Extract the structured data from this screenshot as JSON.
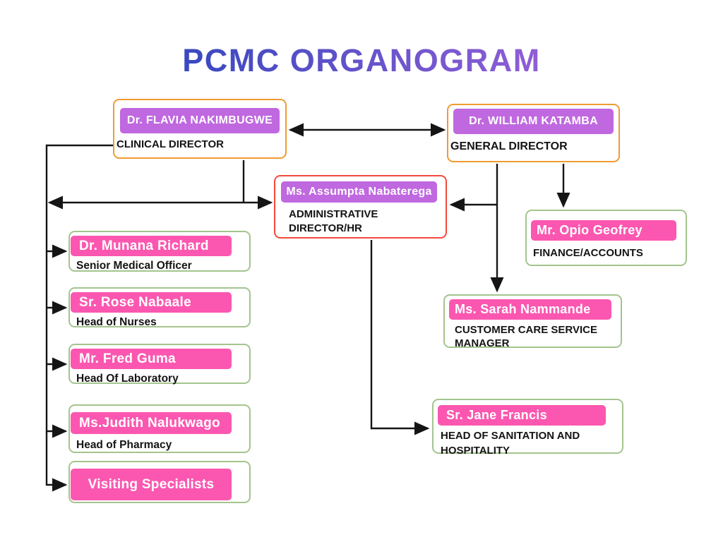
{
  "title": "PCMC ORGANOGRAM",
  "colors": {
    "title_gradient_start": "#1f40b5",
    "title_gradient_end": "#bc69e4",
    "purple_tag": "#bf68df",
    "pink_tag": "#fb57b0",
    "orange_border": "#f09b30",
    "red_border": "#f5493d",
    "green_border": "#a4c48e",
    "connector": "#151515"
  },
  "nodes": {
    "clinical": {
      "name": "Dr. FLAVIA NAKIMBUGWE",
      "role": "CLINICAL DIRECTOR"
    },
    "general": {
      "name": "Dr. WILLIAM KATAMBA",
      "role": "GENERAL DIRECTOR"
    },
    "admin": {
      "name": "Ms. Assumpta Nabaterega",
      "role": "ADMINISTRATIVE DIRECTOR/HR"
    },
    "finance": {
      "name": "Mr. Opio Geofrey",
      "role": "FINANCE/ACCOUNTS"
    },
    "customer": {
      "name": "Ms. Sarah Nammande",
      "role": "CUSTOMER CARE SERVICE MANAGER"
    },
    "sanitation": {
      "name": "Sr. Jane Francis",
      "role": "HEAD OF SANITATION AND HOSPITALITY"
    },
    "medical": {
      "name": "Dr. Munana Richard",
      "role": "Senior Medical Officer"
    },
    "nurses": {
      "name": "Sr. Rose Nabaale",
      "role": "Head of Nurses"
    },
    "laboratory": {
      "name": "Mr. Fred Guma",
      "role": "Head Of Laboratory"
    },
    "pharmacy": {
      "name": "Ms.Judith Nalukwago",
      "role": "Head of Pharmacy"
    },
    "visiting": {
      "name": "Visiting Specialists"
    }
  }
}
